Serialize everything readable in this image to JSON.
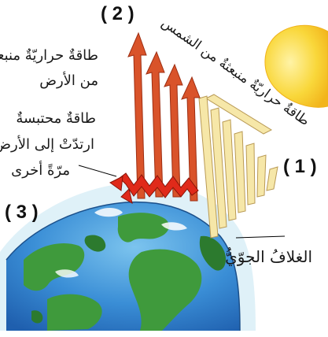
{
  "labels": {
    "marker_1": "( 1 )",
    "marker_2": "( 2 )",
    "marker_3": "( 3 )",
    "solar_energy": "طاقةٌ حراريّةٌ منبعثةٌ من الشمس",
    "earth_heat_line1": "طاقةٌ حراريّةٌ منبعثةٌ",
    "earth_heat_line2": "من الأرض",
    "trapped_line1": "طاقةٌ محتبسةٌ",
    "trapped_line2": "ارتدّتْ إلى الأرض",
    "trapped_line3": "مرّةً أخرى",
    "atmosphere": "الغلافُ الجوّيُّ"
  },
  "colors": {
    "sun": "#f8d12e",
    "sun_edge": "#f0b21a",
    "ocean": "#2f7fd0",
    "ocean_light": "#63b7e8",
    "land": "#3f9a3c",
    "land_dark": "#2c7a2e",
    "atmosphere": "#cfe9f5",
    "incoming_ray": "#f6e7a8",
    "incoming_ray_edge": "#b99a55",
    "outgoing_arrow": "#d9532a",
    "trapped_arrow": "#e02a1a"
  }
}
